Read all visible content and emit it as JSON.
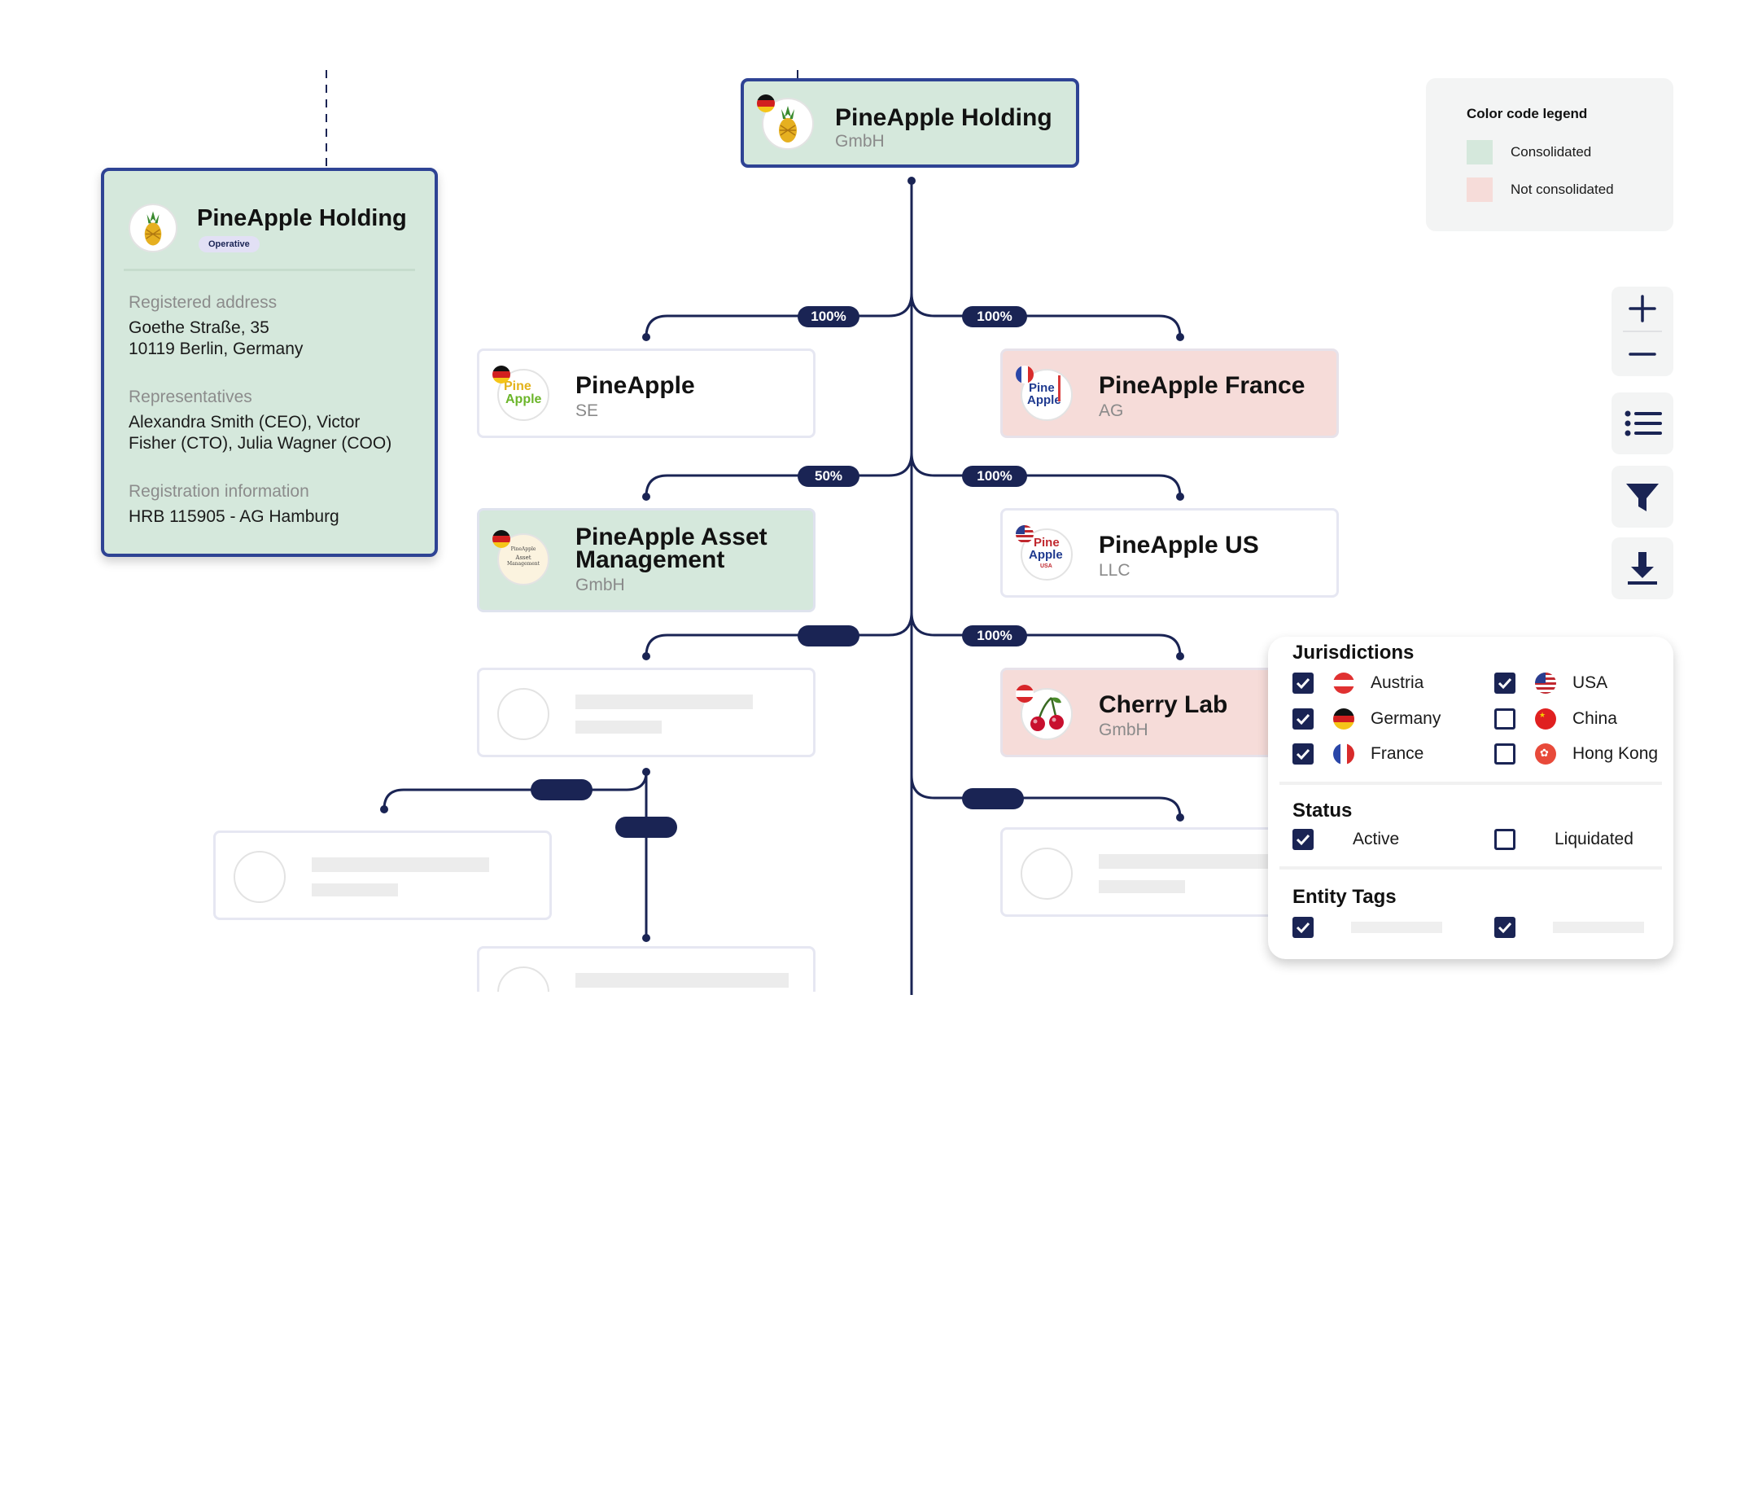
{
  "legend": {
    "title": "Color code legend",
    "items": [
      {
        "label": "Consolidated",
        "color": "#d5e8dc"
      },
      {
        "label": "Not consolidated",
        "color": "#f6dcd9"
      }
    ]
  },
  "detail": {
    "name": "PineApple Holding",
    "badge": "Operative",
    "address_label": "Registered address",
    "address_line1": "Goethe Straße, 35",
    "address_line2": "10119 Berlin, Germany",
    "reps_label": "Representatives",
    "reps_line1": "Alexandra Smith (CEO), Victor",
    "reps_line2": "Fisher (CTO), Julia Wagner (COO)",
    "reg_label": "Registration information",
    "reg_value": "HRB 115905 - AG Hamburg"
  },
  "entities": {
    "root": {
      "name": "PineApple Holding",
      "type": "GmbH",
      "flag": "germany",
      "status": "consolidated"
    },
    "se": {
      "name": "PineApple",
      "type": "SE",
      "flag": "germany",
      "logo_text": [
        "Pine",
        "Apple"
      ],
      "status": "none"
    },
    "france": {
      "name": "PineApple France",
      "type": "AG",
      "flag": "france",
      "logo_text": [
        "Pine",
        "Apple"
      ],
      "status": "not-consolidated"
    },
    "asset": {
      "name_line1": "PineApple Asset",
      "name_line2": "Management",
      "type": "GmbH",
      "flag": "germany",
      "logo_text": [
        "PineApple",
        "Asset",
        "Management"
      ],
      "status": "consolidated"
    },
    "us": {
      "name": "PineApple US",
      "type": "LLC",
      "flag": "usa",
      "logo_text": [
        "Pine",
        "Apple",
        "USA"
      ],
      "status": "none"
    },
    "cherry": {
      "name": "Cherry Lab",
      "type": "GmbH",
      "flag": "austria",
      "status": "not-consolidated"
    }
  },
  "ownership": {
    "se": "100%",
    "france": "100%",
    "asset": "50%",
    "us": "100%",
    "cherry": "100%"
  },
  "toolbar": [
    "zoom-in",
    "zoom-out",
    "list-view",
    "filter",
    "download"
  ],
  "filters": {
    "jurisdictions_title": "Jurisdictions",
    "jurisdictions": [
      {
        "label": "Austria",
        "checked": true
      },
      {
        "label": "USA",
        "checked": true
      },
      {
        "label": "Germany",
        "checked": true
      },
      {
        "label": "China",
        "checked": false
      },
      {
        "label": "France",
        "checked": true
      },
      {
        "label": "Hong Kong",
        "checked": false
      }
    ],
    "status_title": "Status",
    "status": [
      {
        "label": "Active",
        "checked": true
      },
      {
        "label": "Liquidated",
        "checked": false
      }
    ],
    "tags_title": "Entity Tags",
    "tags": [
      {
        "checked": true
      },
      {
        "checked": true
      }
    ]
  },
  "colors": {
    "accent": "#1a2454",
    "selected_border": "#2e4394",
    "consolidated": "#d5e8dc",
    "not_consolidated": "#f6dcd9"
  }
}
